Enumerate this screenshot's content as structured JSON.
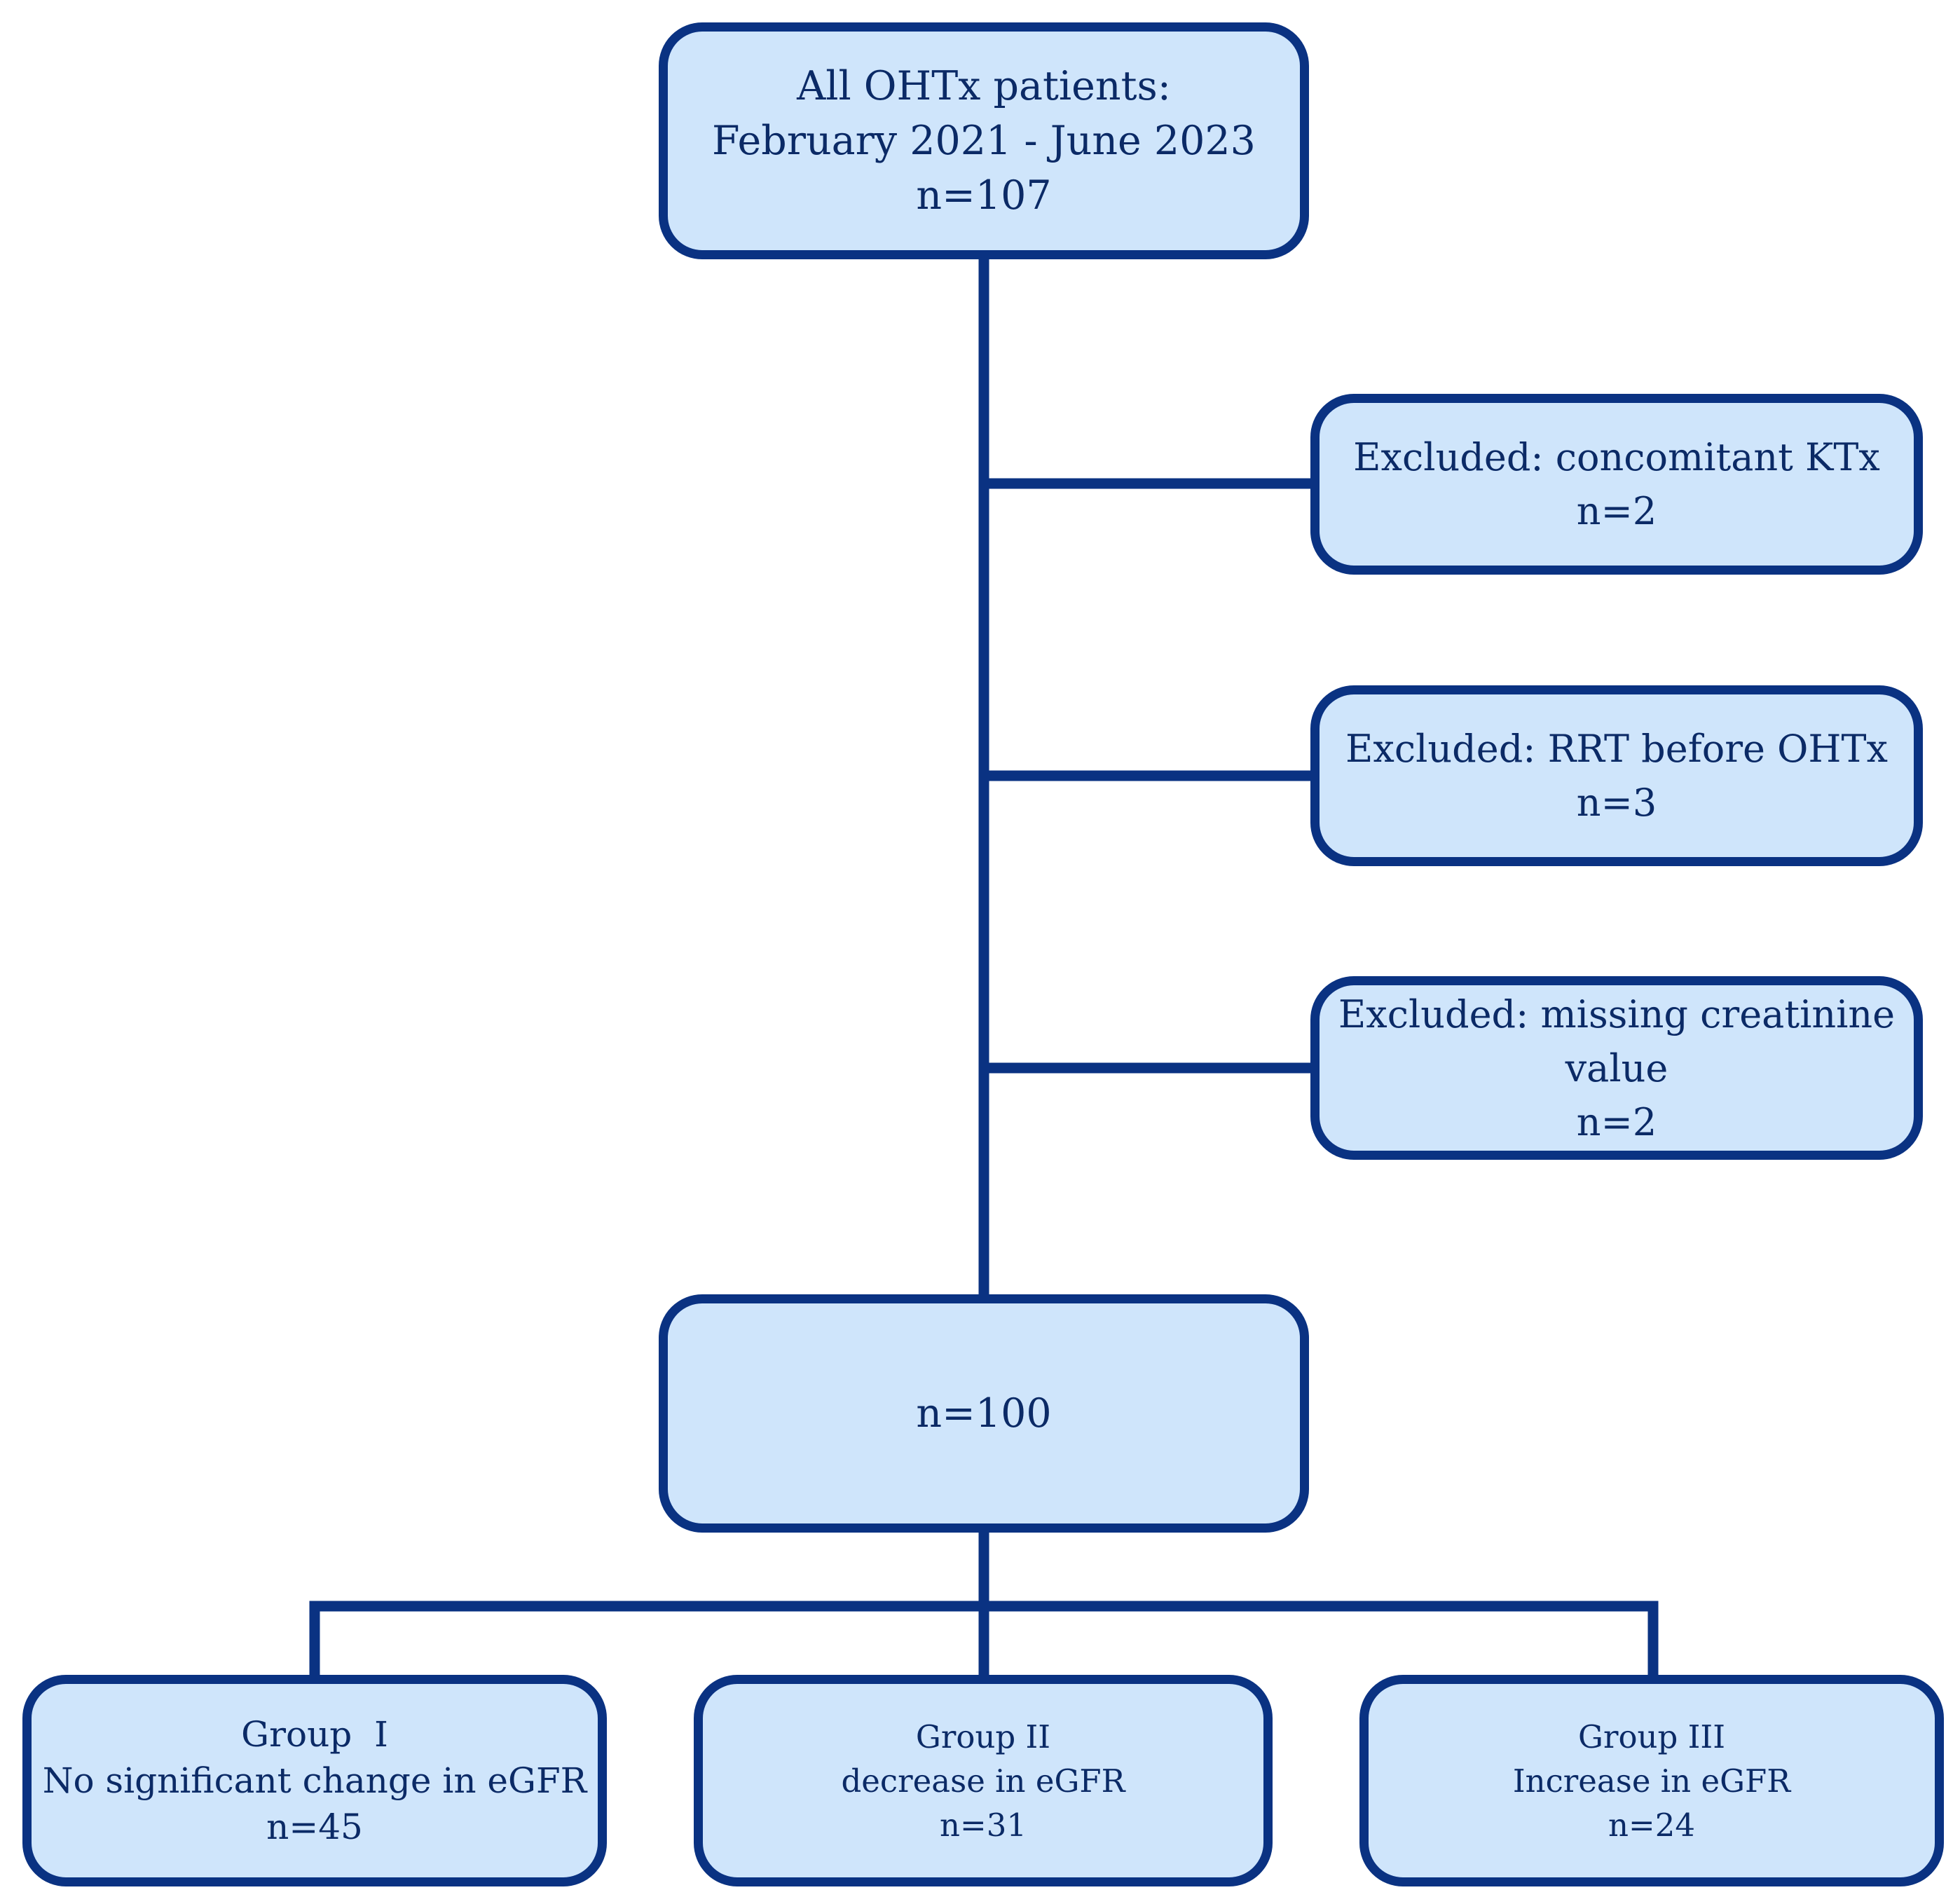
{
  "colors": {
    "box_fill": "#cfe5fb",
    "box_border": "#0a3282",
    "connector": "#0a3282",
    "text": "#0b2a66"
  },
  "nodes": {
    "all_patients": {
      "line1": "All OHTx patients:",
      "line2": "February 2021 - June 2023",
      "count": "n=107"
    },
    "excluded_ktx": {
      "label": "Excluded: concomitant KTx",
      "count": "n=2"
    },
    "excluded_rrt": {
      "label": "Excluded: RRT before OHTx",
      "count": "n=3"
    },
    "excluded_creatinine": {
      "line1": "Excluded: missing creatinine",
      "line2": "value",
      "count": "n=2"
    },
    "included": {
      "count": "n=100"
    },
    "group_1": {
      "title": "Group  I",
      "desc": "No significant change in eGFR",
      "count": "n=45"
    },
    "group_2": {
      "title": "Group II",
      "desc": "decrease in eGFR",
      "count": "n=31"
    },
    "group_3": {
      "title": "Group III",
      "desc": "Increase in eGFR",
      "count": "n=24"
    }
  }
}
